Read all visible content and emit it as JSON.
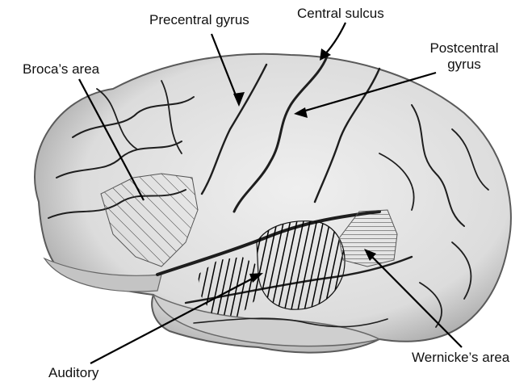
{
  "labels": {
    "precentral_gyrus": "Precentral gyrus",
    "central_sulcus": "Central sulcus",
    "brocas_area": "Broca’s area",
    "postcentral_gyrus_line1": "Postcentral",
    "postcentral_gyrus_line2": "gyrus",
    "wernickes_area": "Wernicke’s area",
    "auditory": "Auditory"
  },
  "colors": {
    "brain_fill": "#e6e6e6",
    "brain_shade": "#bdbdbd",
    "sulcus": "#1e1e1e",
    "pointer": "#000000",
    "text": "#111111"
  }
}
